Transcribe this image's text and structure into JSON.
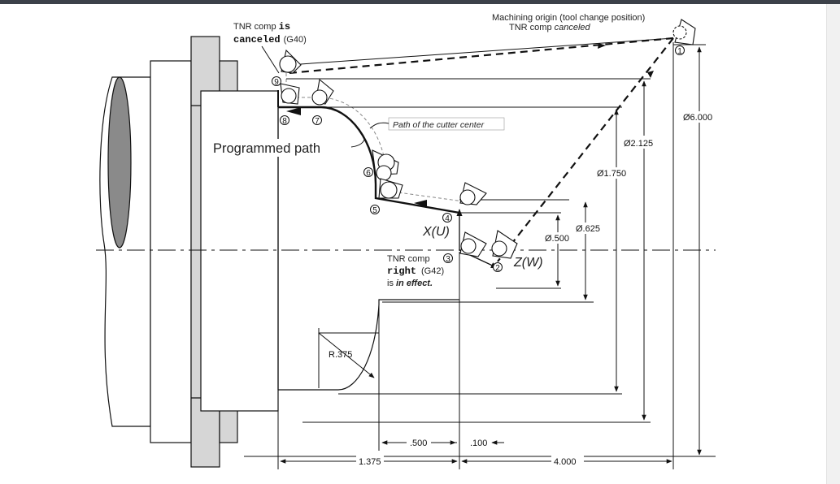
{
  "labels": {
    "tnr_canceled_prefix": "TNR comp ",
    "tnr_canceled_is": "is",
    "tnr_canceled_word": "canceled",
    "tnr_canceled_code": "(G40)",
    "machining_origin_line1": "Machining origin (tool change position)",
    "machining_origin_line2a": "TNR comp ",
    "machining_origin_line2b": "canceled",
    "path_cutter_center": "Path of the cutter center",
    "programmed_path": "Programmed  path",
    "x_axis": "X(U)",
    "z_axis": "Z(W)",
    "tnr_right_line1": "TNR comp",
    "tnr_right_word": "right",
    "tnr_right_code": "(G42)",
    "tnr_right_line3a": "is ",
    "tnr_right_line3b": "in effect."
  },
  "points": [
    "1",
    "2",
    "3",
    "4",
    "5",
    "6",
    "7",
    "8",
    "9"
  ],
  "dimensions": {
    "d6000": "Ø6.000",
    "d2125": "Ø2.125",
    "d1750": "Ø1.750",
    "d625": "Ø.625",
    "d500": "Ø.500",
    "r375": "R.375",
    "l500": ".500",
    "l100": ".100",
    "l1375": "1.375",
    "l4000": "4.000"
  }
}
